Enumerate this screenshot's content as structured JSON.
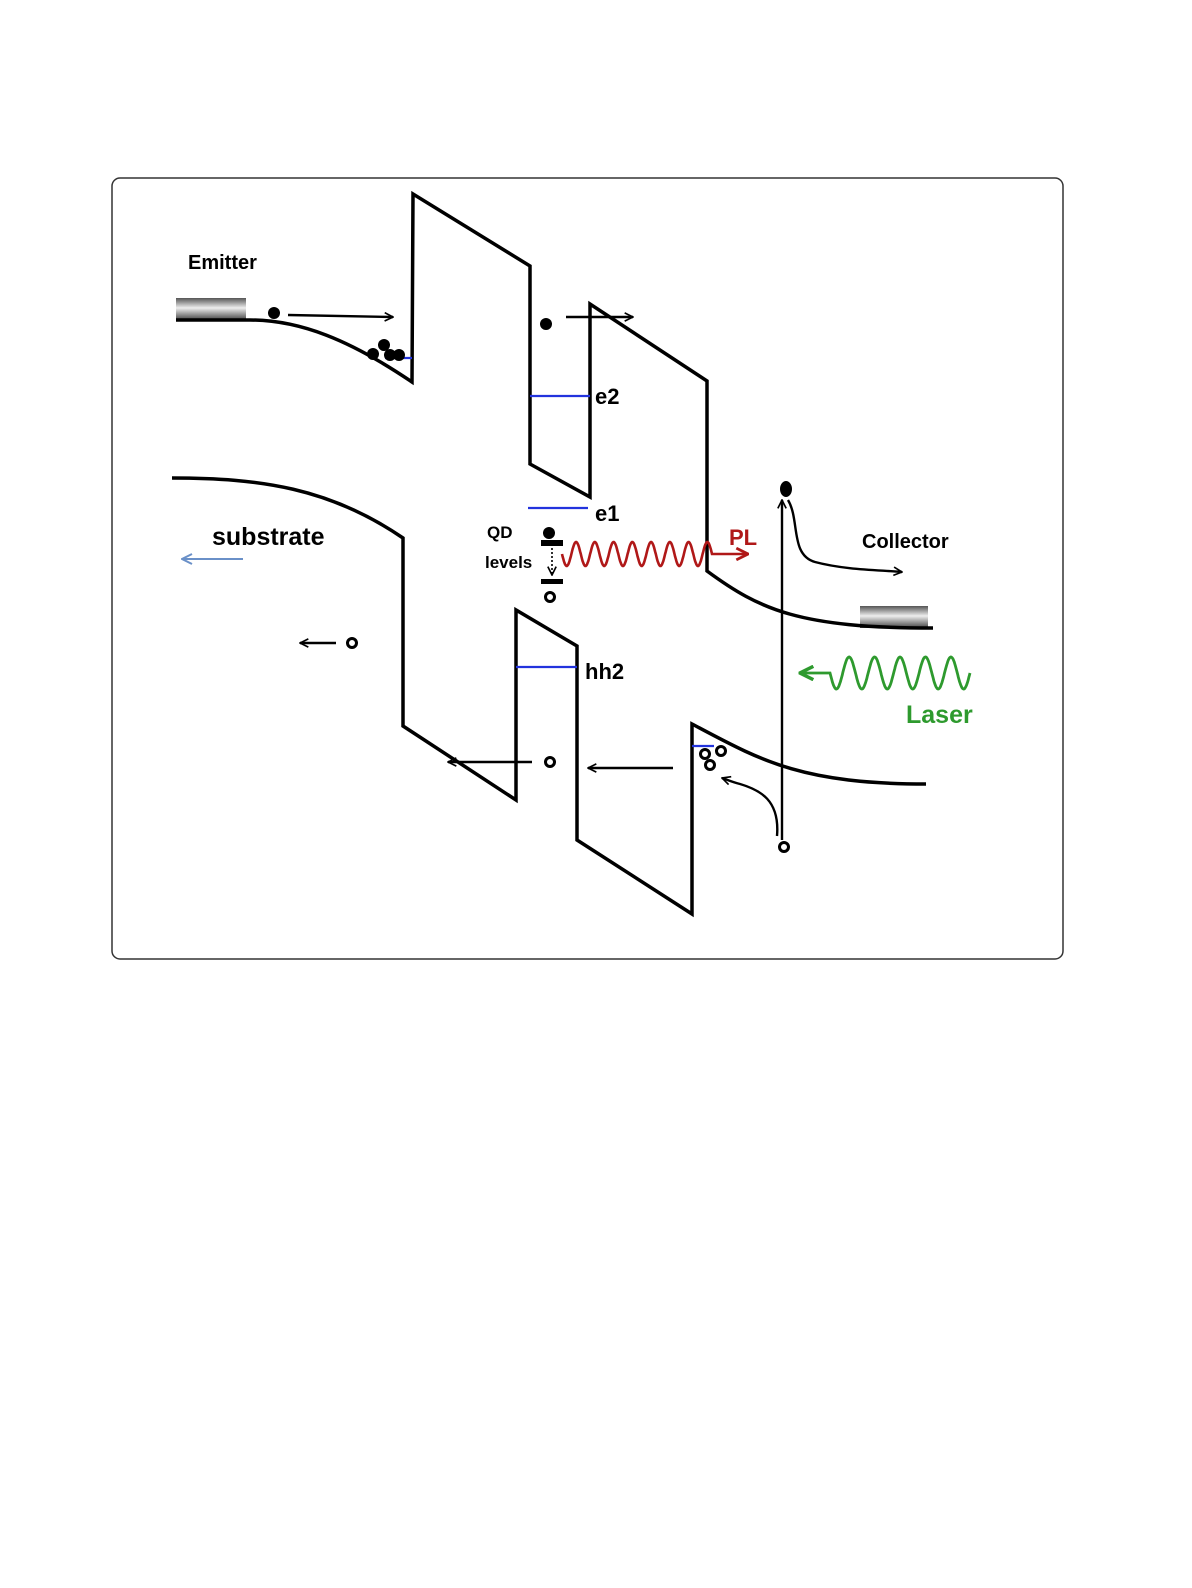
{
  "labels": {
    "emitter": "Emitter",
    "e2": "e2",
    "e1": "e1",
    "qd_line1": "QD",
    "qd_line2": "levels",
    "pl": "PL",
    "collector": "Collector",
    "substrate": "substrate",
    "hh2": "hh2",
    "laser": "Laser"
  },
  "colors": {
    "band_line": "#000000",
    "energy_level": "#2233dd",
    "pl_wave": "#b01818",
    "laser_wave": "#2e9a2e",
    "substrate_arrow": "#6a90c8",
    "frame": "#333333"
  }
}
